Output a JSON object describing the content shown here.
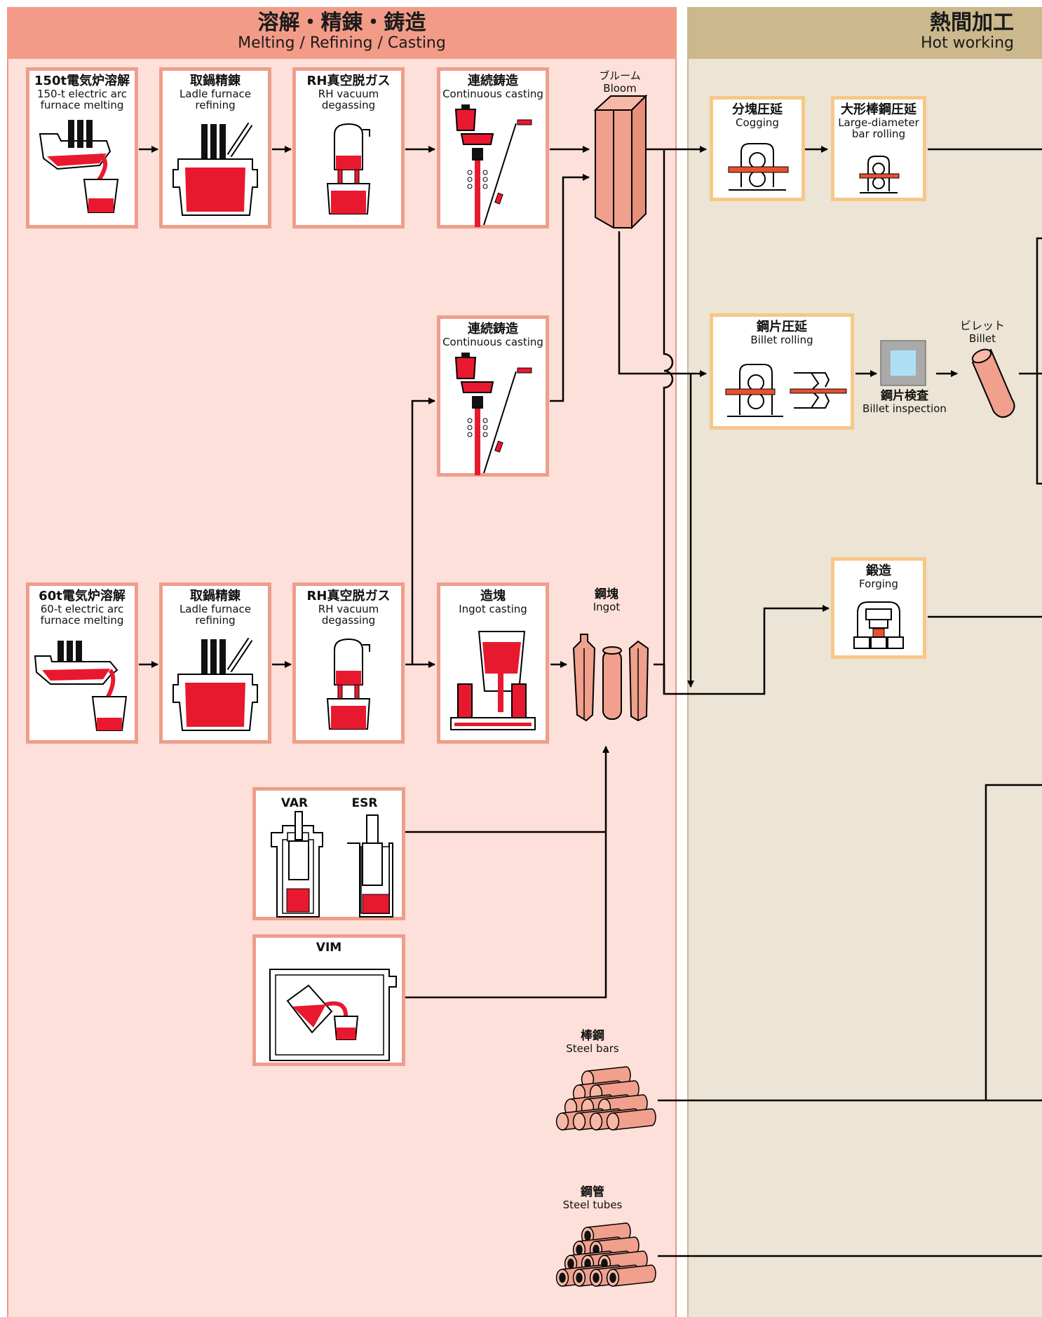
{
  "sections": {
    "melting": {
      "title_ja": "溶解・精錬・鋳造",
      "title_en": "Melting / Refining / Casting"
    },
    "hot": {
      "title_ja": "熱間加工",
      "title_en": "Hot working"
    }
  },
  "process": {
    "eaf150": {
      "ja": "150t電気炉溶解",
      "en1": "150-t electric arc",
      "en2": "furnace melting"
    },
    "ladle1": {
      "ja": "取鍋精錬",
      "en1": "Ladle furnace",
      "en2": "refining"
    },
    "rh1": {
      "ja": "RH真空脱ガス",
      "en1": "RH vacuum",
      "en2": "degassing"
    },
    "cc1": {
      "ja": "連続鋳造",
      "en1": "Continuous casting"
    },
    "cc2": {
      "ja": "連続鋳造",
      "en1": "Continuous casting"
    },
    "eaf60": {
      "ja": "60t電気炉溶解",
      "en1": "60-t electric arc",
      "en2": "furnace melting"
    },
    "ladle2": {
      "ja": "取鍋精錬",
      "en1": "Ladle furnace",
      "en2": "refining"
    },
    "rh2": {
      "ja": "RH真空脱ガス",
      "en1": "RH vacuum",
      "en2": "degassing"
    },
    "ingotcast": {
      "ja": "造塊",
      "en1": "Ingot casting"
    },
    "var": "VAR",
    "esr": "ESR",
    "vim": "VIM"
  },
  "products": {
    "bloom": {
      "ja": "ブルーム",
      "en": "Bloom"
    },
    "ingot": {
      "ja": "鋼塊",
      "en": "Ingot"
    },
    "bars": {
      "ja": "棒鋼",
      "en": "Steel bars"
    },
    "tubes": {
      "ja": "鋼管",
      "en": "Steel tubes"
    },
    "billet": {
      "ja": "ビレット",
      "en": "Billet"
    }
  },
  "hot": {
    "cogging": {
      "ja": "分塊圧延",
      "en1": "Cogging"
    },
    "large": {
      "ja": "大形棒鋼圧延",
      "en1": "Large-diameter",
      "en2": "bar rolling"
    },
    "billetroll": {
      "ja": "鋼片圧延",
      "en1": "Billet rolling"
    },
    "inspect": {
      "ja": "鋼片検査",
      "en": "Billet inspection"
    },
    "forging": {
      "ja": "鍛造",
      "en1": "Forging"
    }
  },
  "colors": {
    "red": "#e8192e",
    "salmon": "#f0a08c",
    "box_border": "#ee9e8b",
    "hot_border": "#f6c887"
  }
}
